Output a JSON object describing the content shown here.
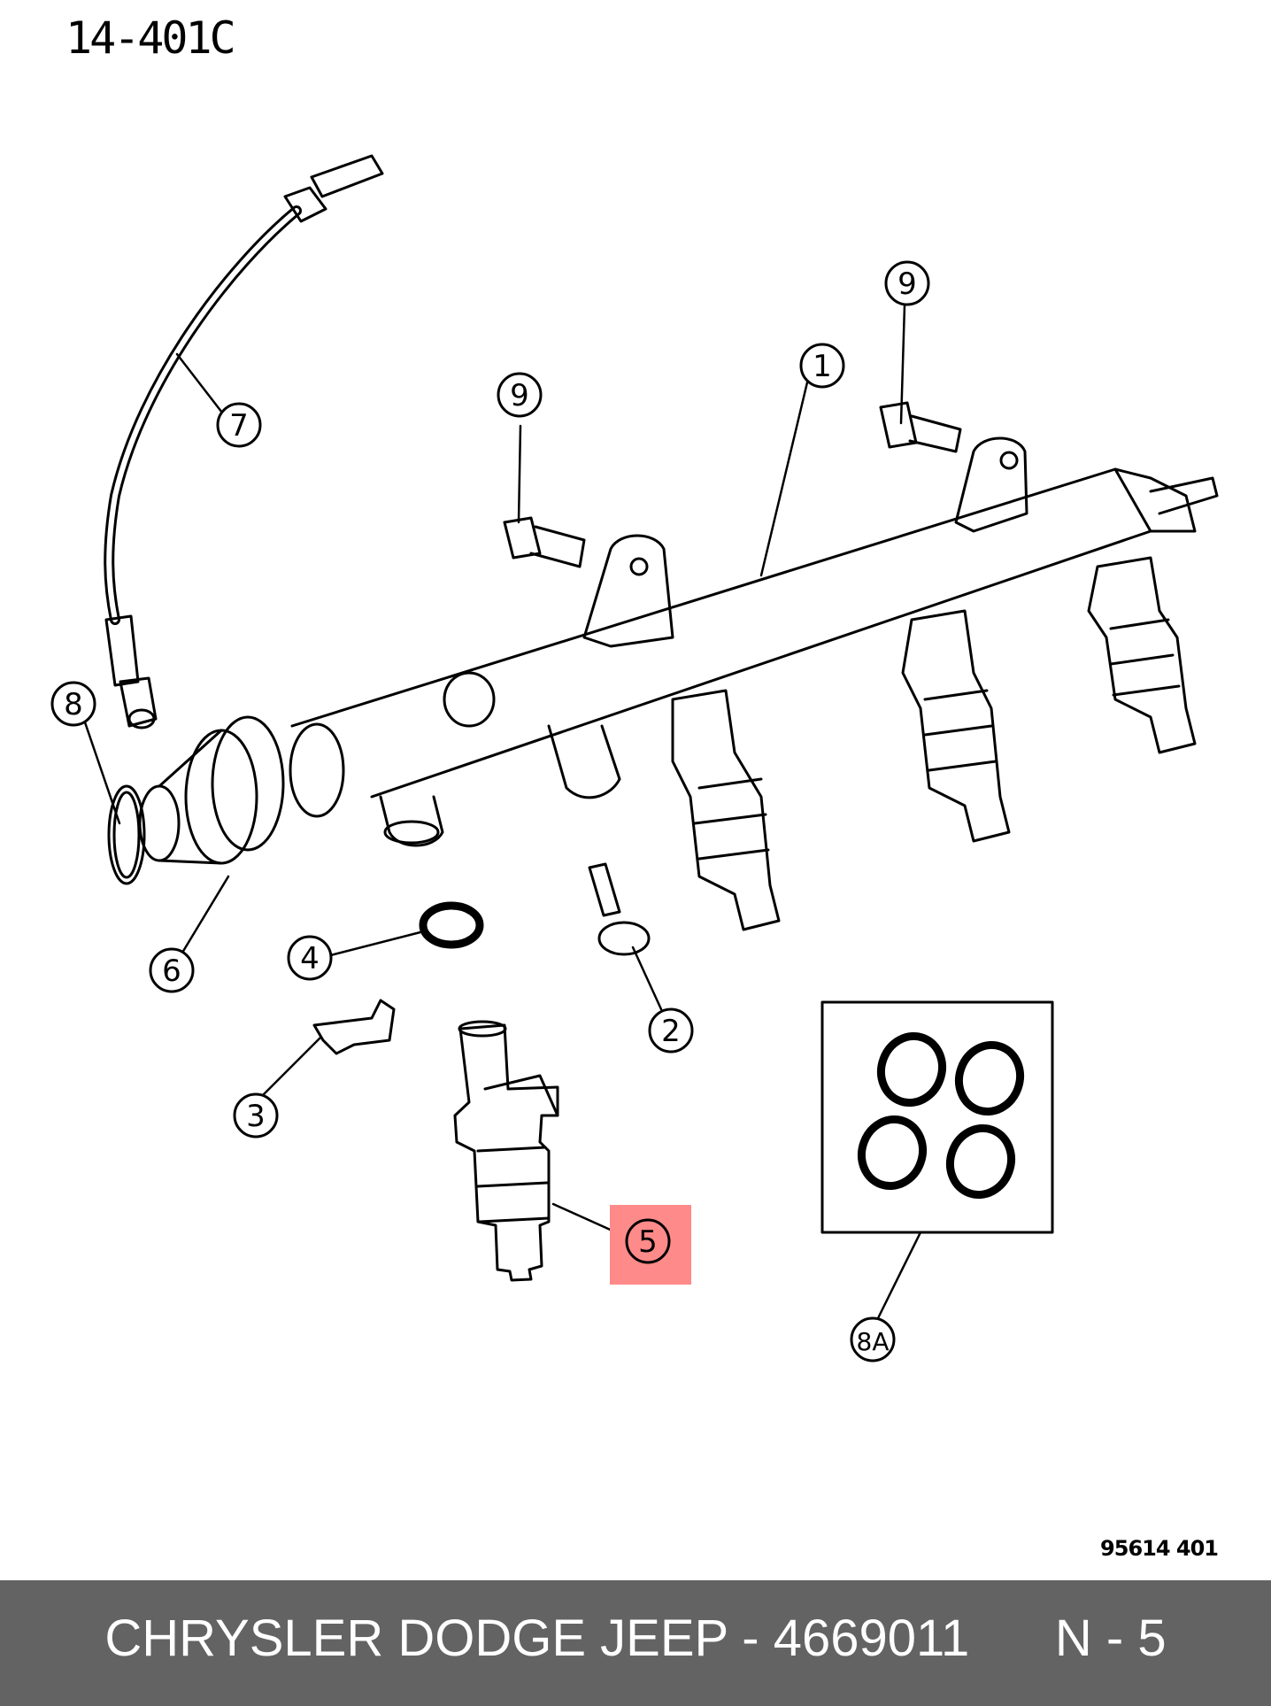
{
  "figure_id": "14-401C",
  "reference_code": "95614  401",
  "callouts": [
    "1",
    "2",
    "3",
    "4",
    "5",
    "6",
    "7",
    "8",
    "8A",
    "9",
    "9"
  ],
  "highlighted_callout": "5",
  "highlight_color": "#ff8a8a",
  "footer": {
    "brand": "CHRYSLER DODGE JEEP",
    "separator": "-",
    "part_number": "4669011",
    "position": "N - 5"
  }
}
